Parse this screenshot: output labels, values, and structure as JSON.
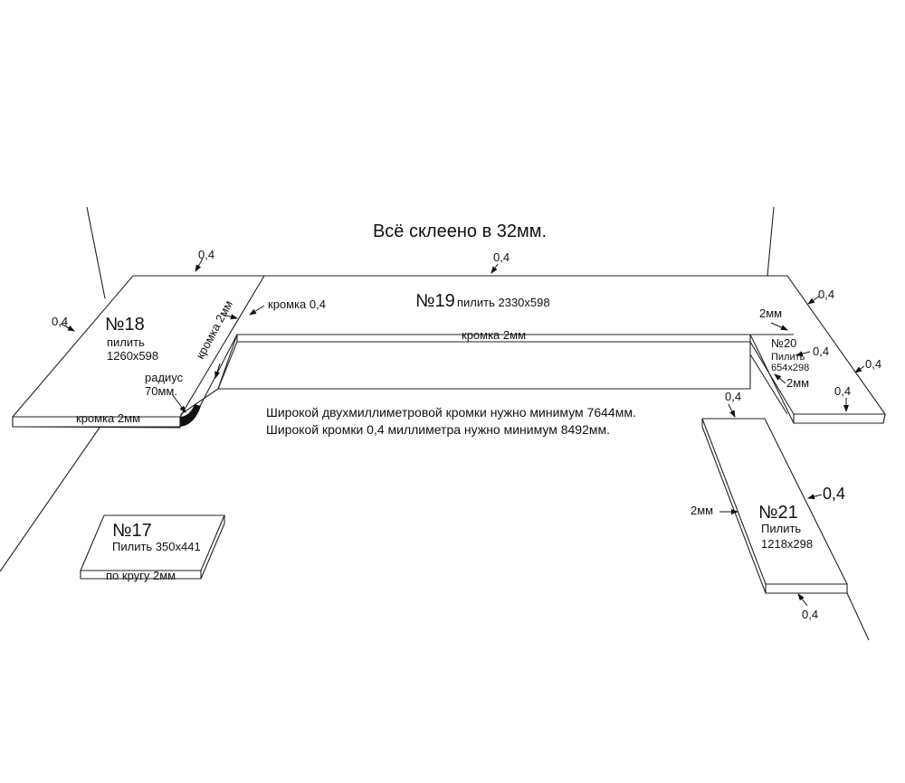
{
  "title": "Всё склеено в 32мм.",
  "notes": {
    "wide_edge": "Широкой двухмиллиметровой кромки нужно минимум 7644мм.",
    "thin_edge": "Широкой кромки 0,4 миллиметра нужно минимум 8492мм."
  },
  "panels": {
    "p18": {
      "num": "№18",
      "cut": "пилить",
      "size": "1260x598",
      "radius_l1": "радиус",
      "radius_l2": "70мм.",
      "edge_front": "кромка 2мм",
      "edge_diag": "кромка 2мм",
      "edge_left": "0,4",
      "edge_back": "0,4"
    },
    "p19": {
      "num": "№19",
      "cut": "пилить 2330x598",
      "edge_front": "кромка 2мм",
      "edge_side": "кромка 0,4",
      "edge_back": "0,4"
    },
    "p20": {
      "num": "№20",
      "cut": "Пилить",
      "size": "654x298",
      "edge_right_back": "0,4",
      "edge_in1": "0,4",
      "edge_in2": "2мм",
      "edge_top_label": "2мм",
      "edge_right": "0,4",
      "edge_front": "0,4"
    },
    "p21": {
      "num": "№21",
      "cut": "Пилить",
      "size": "1218x298",
      "edge_top": "0,4",
      "edge_left": "2мм",
      "edge_right": "0,4",
      "edge_front": "0,4"
    },
    "p17": {
      "num": "№17",
      "cut": "Пилить 350x441",
      "edge": "по кругу 2мм"
    }
  },
  "colors": {
    "line": "#222222",
    "text": "#111111",
    "radius_fill": "#111111"
  }
}
